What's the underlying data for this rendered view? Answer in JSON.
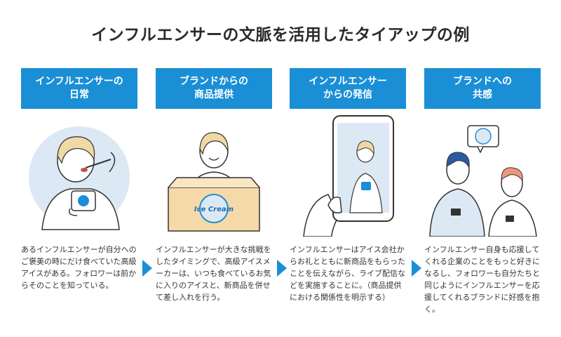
{
  "title": "インフルエンサーの文脈を活用したタイアップの例",
  "steps": [
    {
      "header_line1": "インフルエンサーの",
      "header_line2": "日常",
      "description": "あるインフルエンサーが自分へのご褒美の時にだけ食べていた高級アイスがある。フォロワーは前からそのことを知っている。"
    },
    {
      "header_line1": "ブランドからの",
      "header_line2": "商品提供",
      "description": "インフルエンサーが大きな挑戦をしたタイミングで、高級アイスメーカーは、いつも食べているお気に入りのアイスと、新商品を併せて差し入れを行う。"
    },
    {
      "header_line1": "インフルエンサー",
      "header_line2": "からの発信",
      "description": "インフルエンサーはアイス会社からお礼とともに新商品をもらったことを伝えながら、ライブ配信などを実施することに。（商品提供における関係性を明示する）"
    },
    {
      "header_line1": "ブランドへの",
      "header_line2": "共感",
      "description": "インフルエンサー自身も応援してくれる企業のことをもっと好きになるし、フォロワーも自分たちと同じようにインフルエンサーを応援してくれるブランドに好感を抱く。"
    }
  ],
  "logo_text": "Ice Cream",
  "colors": {
    "accent": "#1a8fd6",
    "illustration_light_blue": "#dde8f5"
  }
}
